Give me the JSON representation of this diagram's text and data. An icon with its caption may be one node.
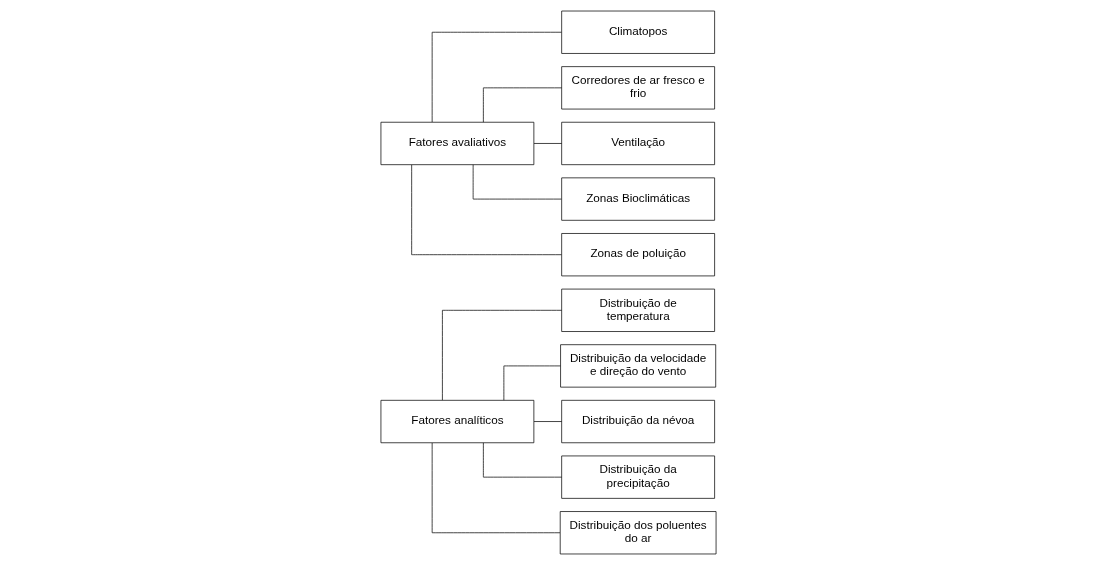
{
  "diagram": {
    "nodes": [
      {
        "text": [
          "Fatores analíticos"
        ]
      },
      {
        "text": [
          "Distribuição de temperatura"
        ]
      },
      {
        "text": [
          "Distribuição da velocidade e direção do vento"
        ]
      },
      {
        "text": [
          "Distribuição da névoa"
        ]
      },
      {
        "text": [
          "Distribuição da precipitação"
        ]
      },
      {
        "text": [
          "Distribuição dos poluentes do ar"
        ]
      },
      {
        "text": [
          "Fatores avaliativos"
        ]
      },
      {
        "text": [
          "Climatopos"
        ]
      },
      {
        "text": [
          "Corredores de ar fresco e frio"
        ]
      },
      {
        "text": [
          "Ventilação"
        ]
      },
      {
        "text": [
          "Zonas Bioclimáticas"
        ]
      },
      {
        "text": [
          "Zonas de poluição"
        ]
      }
    ],
    "edges": [
      {
        "from": 0,
        "to": 1,
        "arrow": "none"
      },
      {
        "from": 0,
        "to": 2,
        "arrow": "none"
      },
      {
        "from": 0,
        "to": 3,
        "arrow": "none"
      },
      {
        "from": 0,
        "to": 4,
        "arrow": "none"
      },
      {
        "from": 0,
        "to": 5,
        "arrow": "none"
      },
      {
        "from": 6,
        "to": 7,
        "arrow": "none"
      },
      {
        "from": 6,
        "to": 8,
        "arrow": "none"
      },
      {
        "from": 6,
        "to": 9,
        "arrow": "none"
      },
      {
        "from": 6,
        "to": 10,
        "arrow": "none"
      },
      {
        "from": 6,
        "to": 11,
        "arrow": "none"
      }
    ]
  }
}
